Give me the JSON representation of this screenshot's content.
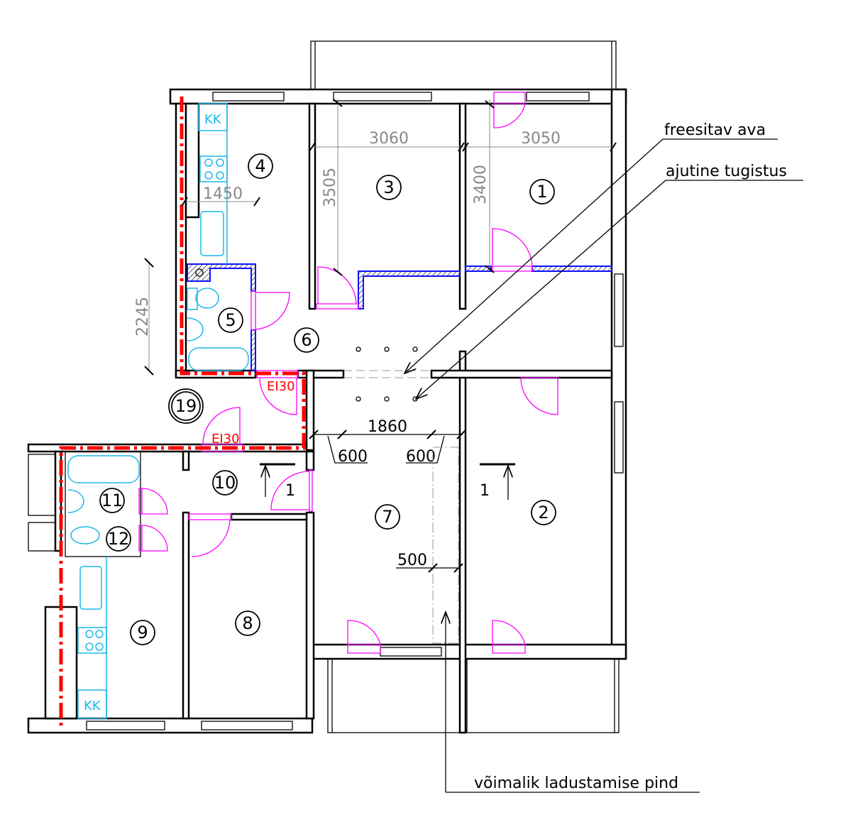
{
  "rooms": [
    {
      "id": "1"
    },
    {
      "id": "2"
    },
    {
      "id": "3"
    },
    {
      "id": "4"
    },
    {
      "id": "5"
    },
    {
      "id": "6"
    },
    {
      "id": "7"
    },
    {
      "id": "8"
    },
    {
      "id": "9"
    },
    {
      "id": "10"
    },
    {
      "id": "11"
    },
    {
      "id": "12"
    },
    {
      "id": "19"
    }
  ],
  "dimensions": {
    "room3_width": "3060",
    "room1_width": "3050",
    "room3_depth": "3505",
    "room1_depth": "3400",
    "kitchen_width": "1450",
    "bathroom_depth": "2245",
    "opening_width": "1860",
    "offset_left": "600",
    "offset_right": "600",
    "storage_width": "500"
  },
  "labels": {
    "milled_opening": "freesitav ava",
    "temporary_support": "ajutine tugistus",
    "storage_area": "võimalik ladustamise pind",
    "fire_rating_1": "EI30",
    "fire_rating_2": "EI30",
    "kitchen_cabinet_1": "KK",
    "kitchen_cabinet_2": "KK",
    "section_mark_left": "1",
    "section_mark_right": "1"
  },
  "colors": {
    "fire_boundary": "#ff0000",
    "doors": "#ff00ff",
    "fixtures": "#1ab8e8",
    "new_walls": "#1010ff",
    "dimensions": "#888888"
  }
}
